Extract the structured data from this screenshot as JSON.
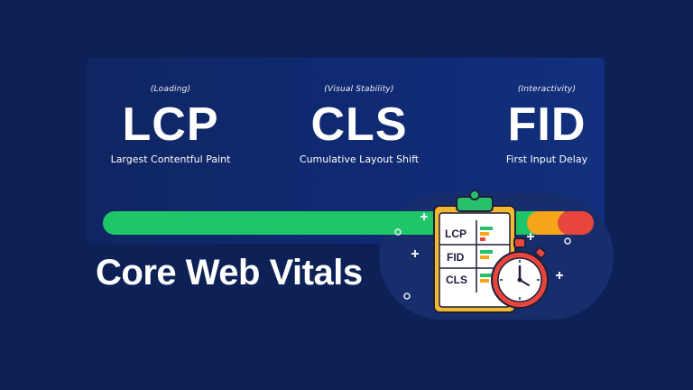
{
  "metrics": [
    {
      "category": "(Loading)",
      "abbr": "LCP",
      "full": "Largest Contentful Paint"
    },
    {
      "category": "(Visual Stability)",
      "abbr": "CLS",
      "full": "Cumulative Layout Shift"
    },
    {
      "category": "(Interactivity)",
      "abbr": "FID",
      "full": "First Input Delay"
    }
  ],
  "title": "Core Web Vitals",
  "clipboard": {
    "rows": [
      "LCP",
      "FID",
      "CLS"
    ]
  },
  "colors": {
    "background": "#0d2157",
    "good": "#1fc668",
    "needs_improvement": "#f6a51b",
    "poor": "#e8453d"
  },
  "icons": [
    "clipboard-icon",
    "stopwatch-icon",
    "sparkle-icon"
  ]
}
